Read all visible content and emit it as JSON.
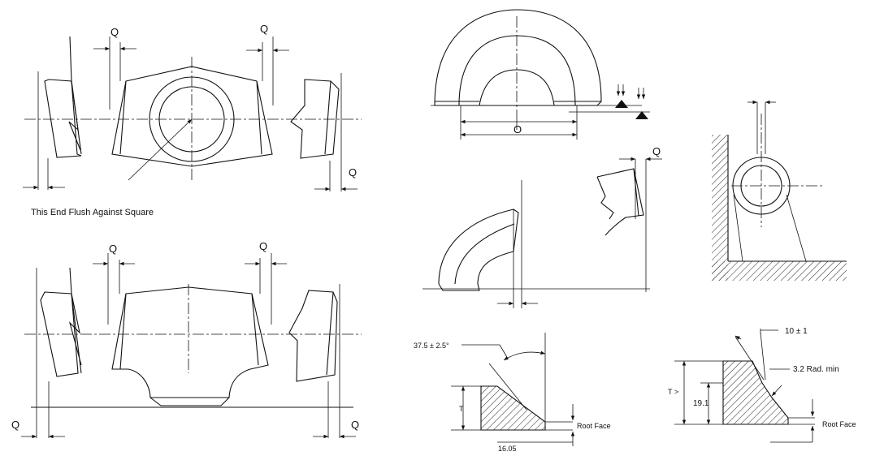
{
  "labels": {
    "q": "Q",
    "o": "O",
    "caption": "This End Flush Against Square",
    "angle": "37.5 ± 2.5°",
    "t": "T",
    "t_gt": "T >",
    "root_face": "Root Face",
    "dim_16": "16.05",
    "dim_10": "10 ± 1",
    "radius": "3.2 Rad. min",
    "dim_19": "19.1"
  }
}
